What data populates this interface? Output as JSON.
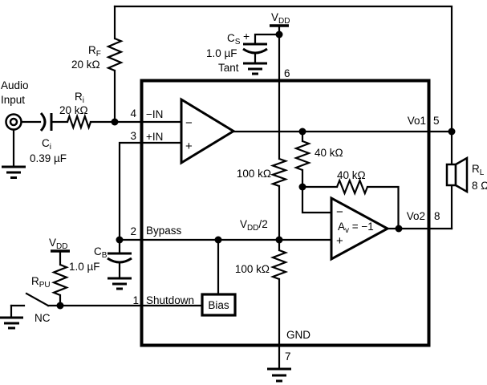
{
  "colors": {
    "ink": "#000000",
    "paper": "#ffffff"
  },
  "source": {
    "label_line1": "Audio",
    "label_line2": "Input"
  },
  "components": {
    "ci": {
      "ref": "C",
      "ref_sub": "i",
      "value": "0.39 µF"
    },
    "ri": {
      "ref": "R",
      "ref_sub": "i",
      "value": "20 kΩ"
    },
    "rf": {
      "ref": "R",
      "ref_sub": "F",
      "value": "20 kΩ"
    },
    "cs": {
      "ref": "C",
      "ref_sub": "S",
      "polarity": "+",
      "value": "1.0 µF",
      "type": "Tant"
    },
    "cb": {
      "ref": "C",
      "ref_sub": "B",
      "value": "1.0 µF"
    },
    "rpu": {
      "ref": "R",
      "ref_sub": "PU"
    },
    "rl": {
      "ref": "R",
      "ref_sub": "L",
      "value": "8 Ω"
    },
    "r40k_vertical": {
      "value": "40 kΩ"
    },
    "r40k_feedback": {
      "value": "40 kΩ"
    },
    "r100k_upper": {
      "value": "100 kΩ"
    },
    "r100k_lower": {
      "value": "100 kΩ"
    }
  },
  "supplies": {
    "vdd_top": {
      "ref": "V",
      "ref_sub": "DD"
    },
    "vdd_shutdown": {
      "ref": "V",
      "ref_sub": "DD"
    },
    "vdd_half": {
      "ref": "V",
      "ref_sub": "DD",
      "suffix": "/2"
    },
    "gnd_label": "GND"
  },
  "ic": {
    "pins": {
      "p1": {
        "number": "1",
        "name": "Shutdown"
      },
      "p2": {
        "number": "2",
        "name": "Bypass"
      },
      "p3": {
        "number": "3",
        "name": "+IN"
      },
      "p4": {
        "number": "4",
        "name": "−IN"
      },
      "p5": {
        "number": "5",
        "name": "Vo1"
      },
      "p6": {
        "number": "6"
      },
      "p7": {
        "number": "7"
      },
      "p8": {
        "number": "8",
        "name": "Vo2"
      }
    },
    "bias_block": "Bias",
    "amp1": {
      "minus": "−",
      "plus": "+"
    },
    "amp2": {
      "minus": "−",
      "plus": "+",
      "gain_ref": "A",
      "gain_sub": "v",
      "gain_eq": " = −1"
    }
  },
  "switch": {
    "label": "NC"
  }
}
